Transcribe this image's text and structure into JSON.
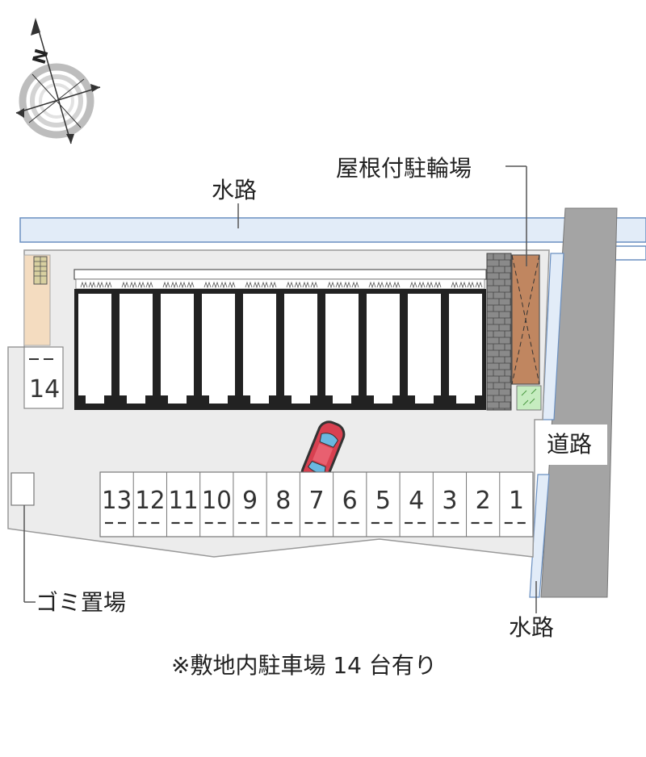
{
  "labels": {
    "waterway_top": "水路",
    "bike_parking": "屋根付駐輪場",
    "road": "道路",
    "garbage": "ゴミ置場",
    "waterway_bottom": "水路",
    "note": "※敷地内駐車場 14 台有り"
  },
  "compass": {
    "north_letter": "N"
  },
  "parking": {
    "side_space": "14",
    "row_spaces": [
      "13",
      "12",
      "11",
      "10",
      "9",
      "8",
      "7",
      "6",
      "5",
      "4",
      "3",
      "2",
      "1"
    ]
  },
  "colors": {
    "waterway": "#e2ecf8",
    "waterway_edge": "#6a8fc0",
    "road": "#a4a4a4",
    "lot": "#ececec",
    "bike_roof": "#c08660",
    "car_body": "#d84050",
    "car_glass": "#6ab8e0",
    "sand": "#f4dcc0",
    "green": "#c6ecc0",
    "brick": "#8a8a8a"
  }
}
